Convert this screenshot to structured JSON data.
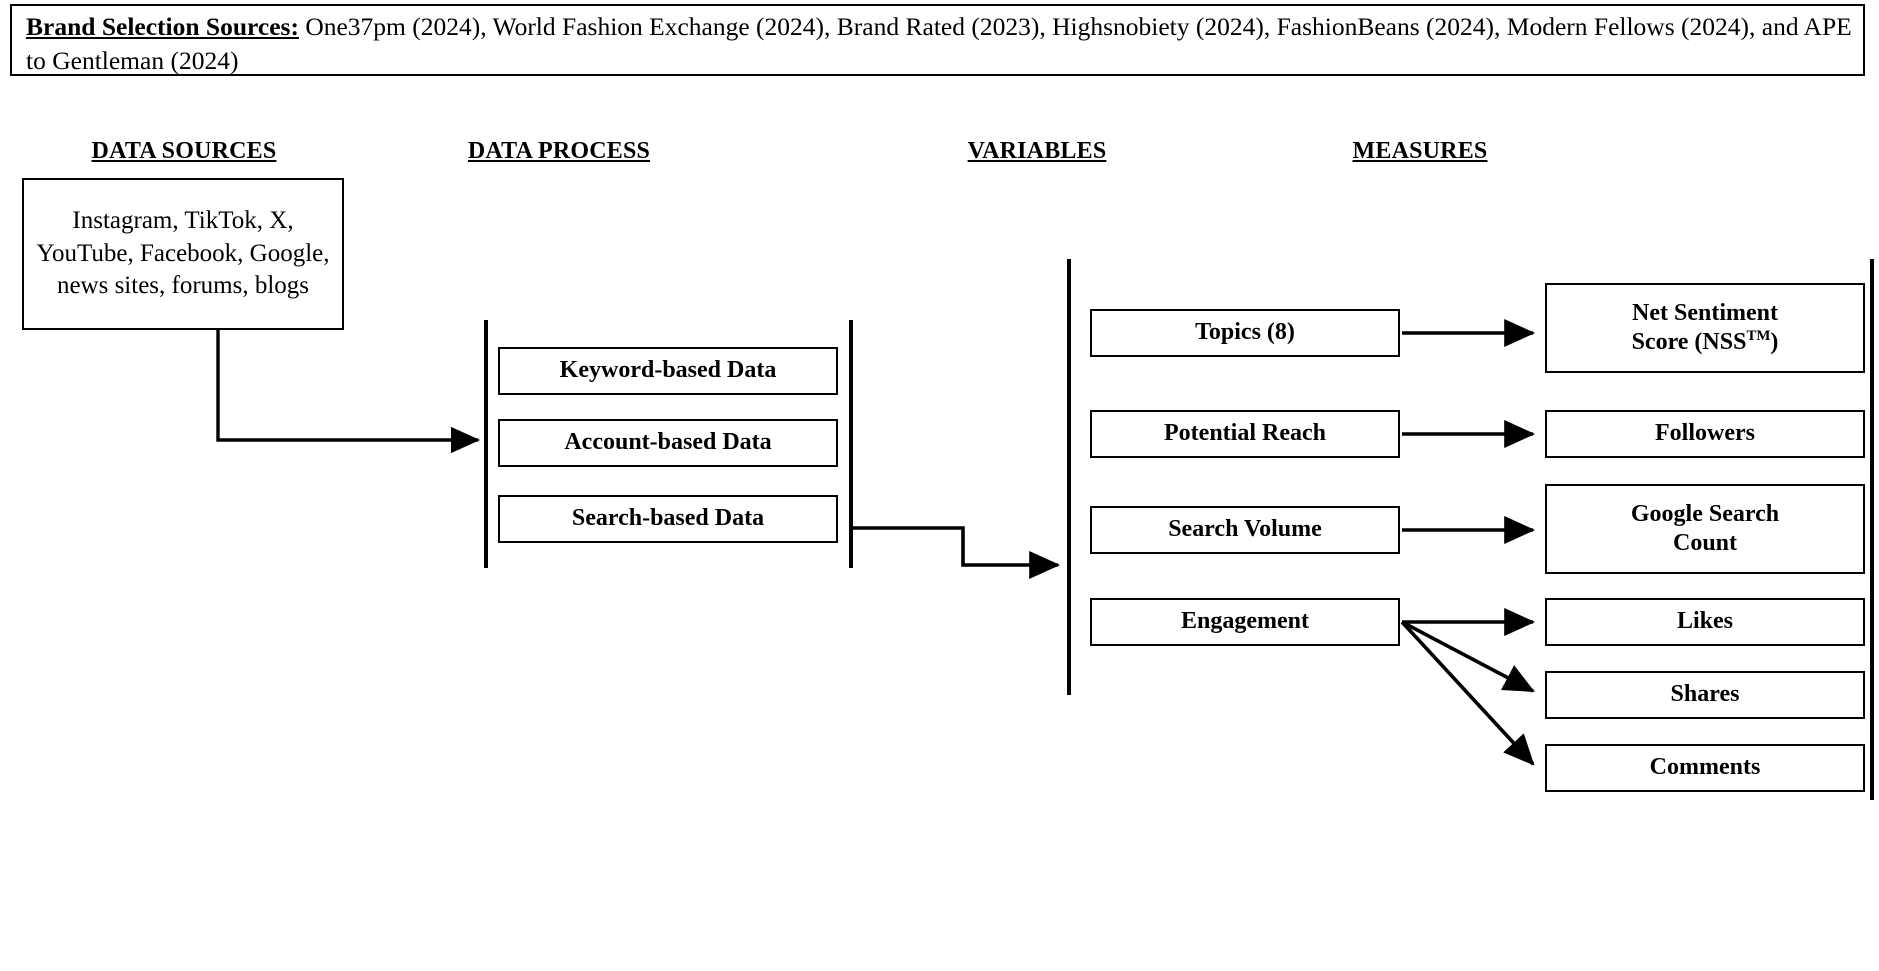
{
  "banner": {
    "label": "Brand Selection Sources:",
    "text": " One37pm (2024), World Fashion Exchange (2024), Brand Rated (2023), Highsnobiety (2024), FashionBeans (2024), Modern Fellows (2024), and APE to Gentleman (2024)"
  },
  "headings": {
    "data_sources": "DATA SOURCES",
    "data_process": "DATA PROCESS",
    "variables": "VARIABLES",
    "measures": "MEASURES"
  },
  "data_sources": {
    "content": "Instagram, TikTok, X, YouTube, Facebook, Google, news sites, forums, blogs"
  },
  "data_process": {
    "items": [
      {
        "label": "Keyword-based Data"
      },
      {
        "label": "Account-based Data"
      },
      {
        "label": "Search-based Data"
      }
    ]
  },
  "variables": {
    "items": [
      {
        "label": "Topics (8)"
      },
      {
        "label": "Potential Reach"
      },
      {
        "label": "Search Volume"
      },
      {
        "label": "Engagement"
      }
    ]
  },
  "measures": {
    "items": [
      {
        "line1": "Net Sentiment",
        "line2": "Score (NSS",
        "sup": "TM",
        "line2_tail": ")"
      },
      {
        "line1": "Followers"
      },
      {
        "line1": "Google Search",
        "line2": "Count"
      },
      {
        "line1": "Likes"
      },
      {
        "line1": "Shares"
      },
      {
        "line1": "Comments"
      }
    ]
  },
  "colors": {
    "stroke": "#000000",
    "background": "#ffffff"
  },
  "chart_data": {
    "type": "diagram",
    "title": "Research Data Framework Flow Diagram",
    "columns": [
      "DATA SOURCES",
      "DATA PROCESS",
      "VARIABLES",
      "MEASURES"
    ],
    "edges": [
      {
        "from": "Data Sources",
        "to": "Data Process group"
      },
      {
        "from": "Data Process group",
        "to": "Variables group"
      },
      {
        "from": "Topics (8)",
        "to": "Net Sentiment Score (NSS™)"
      },
      {
        "from": "Potential Reach",
        "to": "Followers"
      },
      {
        "from": "Search Volume",
        "to": "Google Search Count"
      },
      {
        "from": "Engagement",
        "to": "Likes"
      },
      {
        "from": "Engagement",
        "to": "Shares"
      },
      {
        "from": "Engagement",
        "to": "Comments"
      }
    ]
  }
}
